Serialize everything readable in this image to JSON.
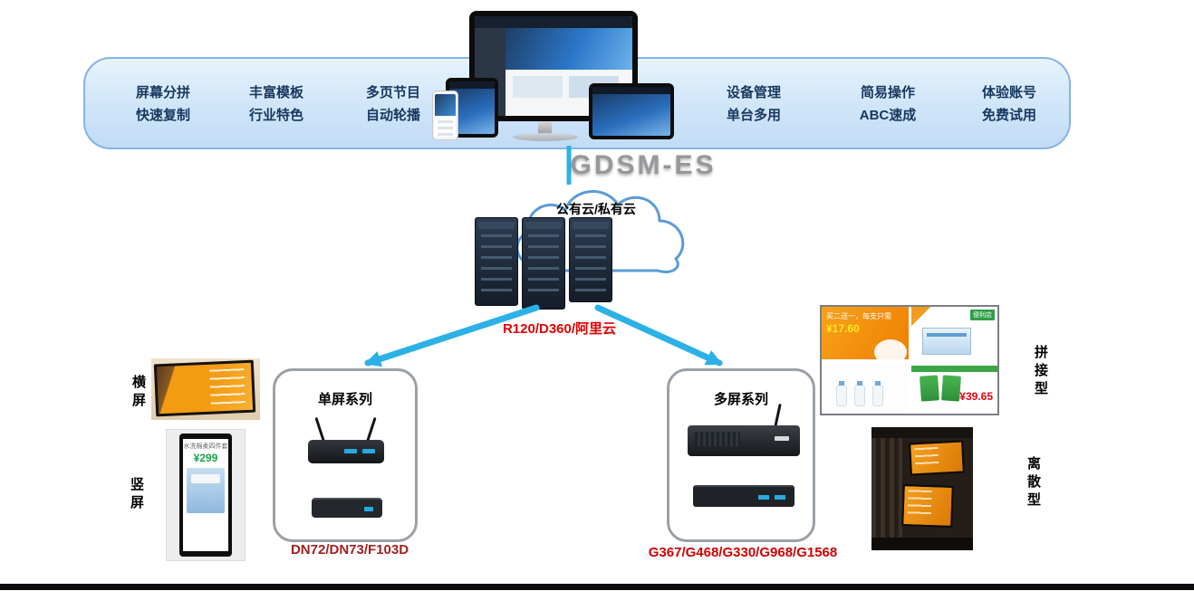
{
  "banner": {
    "features": [
      {
        "line1": "屏幕分拼",
        "line2": "快速复制"
      },
      {
        "line1": "丰富模板",
        "line2": "行业特色"
      },
      {
        "line1": "多页节目",
        "line2": "自动轮播"
      },
      {
        "line1": "设备管理",
        "line2": "单台多用"
      },
      {
        "line1": "简易操作",
        "line2": "ABC速成"
      },
      {
        "line1": "体验账号",
        "line2": "免费试用"
      }
    ]
  },
  "brand": "GDSM-ES",
  "cloud_label": "公有云/私有云",
  "server_models": "R120/D360/阿里云",
  "single_series": {
    "title": "单屏系列",
    "models": "DN72/DN73/F103D"
  },
  "multi_series": {
    "title": "多屏系列",
    "models": "G367/G468/G330/G968/G1568"
  },
  "labels": {
    "landscape": "横屏",
    "portrait": "竖屏",
    "splicing": "拼接型",
    "discrete": "离散型"
  },
  "videowall": {
    "promo": "买二送一，每支只需",
    "price_left": "¥17.60",
    "price_right": "¥39.65",
    "store_badge": "便利店"
  },
  "portrait_screen": {
    "caption": "水洗棉柔四件套",
    "price": "¥299"
  },
  "colors": {
    "accent_blue": "#2cb1e6",
    "feature_text": "#17375e",
    "model_red": "#d00000",
    "banner_border": "#85b3e6",
    "brand_gray": "#96989b"
  }
}
